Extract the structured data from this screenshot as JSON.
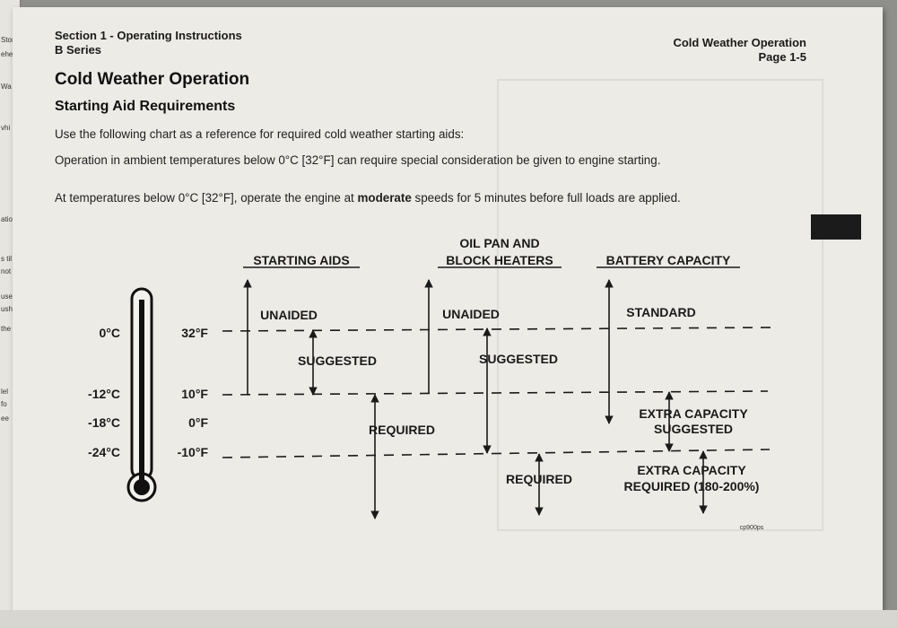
{
  "header": {
    "section": "Section 1 - Operating Instructions",
    "series": "B Series",
    "topic": "Cold Weather Operation",
    "page": "Page 1-5"
  },
  "title": "Cold Weather Operation",
  "subtitle": "Starting Aid Requirements",
  "paragraphs": {
    "intro": "Use the following chart as a reference for required cold weather starting aids:",
    "p2": "Operation in ambient temperatures below 0°C [32°F] can require special consideration be given to engine starting.",
    "p3_before": "At temperatures below 0°C [32°F], operate the engine at ",
    "p3_bold": "moderate",
    "p3_after": " speeds for 5 minutes before full loads are applied."
  },
  "diagram": {
    "columns": {
      "starting_aids": "STARTING AIDS",
      "heaters_line1": "OIL PAN AND",
      "heaters_line2": "BLOCK HEATERS",
      "battery": "BATTERY CAPACITY"
    },
    "temps": {
      "c0": "0°C",
      "c12": "-12°C",
      "c18": "-18°C",
      "c24": "-24°C",
      "f32": "32°F",
      "f10": "10°F",
      "f0": "0°F",
      "fm10": "-10°F"
    },
    "starting_aids": {
      "unaided": "UNAIDED",
      "suggested": "SUGGESTED",
      "required": "REQUIRED"
    },
    "heaters": {
      "unaided": "UNAIDED",
      "suggested": "SUGGESTED",
      "required": "REQUIRED"
    },
    "battery": {
      "standard": "STANDARD",
      "extra_line1": "EXTRA CAPACITY",
      "extra_suggested": "SUGGESTED",
      "extra_line2": "EXTRA CAPACITY",
      "extra_required": "REQUIRED (180-200%)"
    },
    "figure_id": "cp900ps"
  },
  "left_page_fragments": [
    "Ston",
    "ehe",
    "Wa",
    "vhi",
    "ation",
    "s til",
    "not",
    "use",
    "ush",
    "the",
    "lel",
    "fo",
    "ee"
  ]
}
